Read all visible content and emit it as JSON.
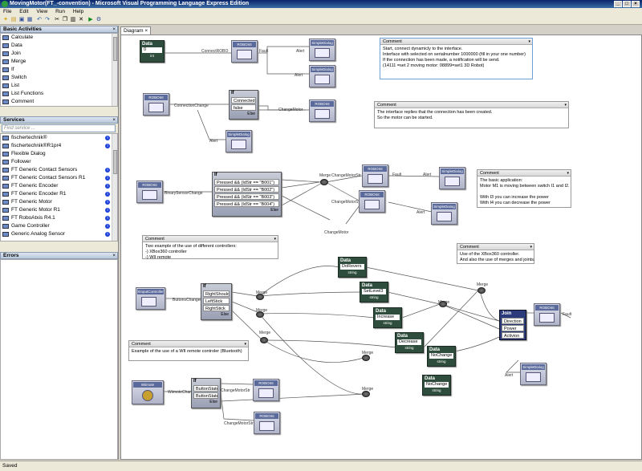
{
  "window": {
    "title": "MovingMotor(FT_-convention) - Microsoft Visual Programming Language  Express Edition"
  },
  "menu": {
    "items": [
      "File",
      "Edit",
      "View",
      "Run",
      "Help"
    ]
  },
  "left": {
    "basic_title": "Basic Activities",
    "basic_items": [
      "Calculate",
      "Data",
      "Join",
      "Merge",
      "If",
      "Switch",
      "List",
      "List Functions",
      "Comment"
    ],
    "services_title": "Services",
    "find_placeholder": "Find service ...",
    "services_items": [
      "fischertechnik®",
      "fischertechnik®R1pr4",
      "Flexible Dialog",
      "Follower",
      "FT Generic Contact Sensors",
      "FT Generic Contact Sensors R1",
      "FT Generic Encoder",
      "FT Generic Encoder R1",
      "FT Generic Motor",
      "FT Generic Motor R1",
      "FT RoboAtxis R4.1",
      "Game Controller",
      "Generic Analog Sensor"
    ],
    "errors_title": "Errors"
  },
  "tab": {
    "label": "Diagram"
  },
  "status": {
    "text": "Saved"
  },
  "diagram": {
    "data1": {
      "title": "Data",
      "value": "0",
      "type": "int"
    },
    "data_types": {
      "string": "string"
    },
    "data_nodes": [
      "DoRevers",
      "SetLevel3",
      "Increase",
      "Decrease",
      "NoChange",
      "NoChange"
    ],
    "if1": {
      "title": "If",
      "conds": [
        "Connected",
        "false"
      ],
      "else": "Else"
    },
    "if2": {
      "title": "If",
      "conds": [
        "Pressed && (IdStr == \"B001\")",
        "Pressed && (IdStr == \"B002\")",
        "Pressed && (IdStr == \"B003\")",
        "Pressed && (IdStr == \"B004\")"
      ],
      "else": "Else"
    },
    "if3": {
      "title": "If",
      "conds": [
        "RightShoulder",
        "LeftStick",
        "RightStick"
      ],
      "else": "Else"
    },
    "if4": {
      "title": "If",
      "conds": [
        "ButtonState.A",
        "ButtonState.B"
      ],
      "else": "Else"
    },
    "join": {
      "title": "Join",
      "conds": [
        "Direction",
        "Power",
        "Activion"
      ]
    },
    "services": {
      "robo": "ROBOInt",
      "dialog": "SimpleDialog",
      "xinput": "XInputController",
      "wiimote": "Wiimote"
    },
    "labels": {
      "connect": "ConnectROBO",
      "fault": "Fault",
      "alert": "Alert",
      "conn_change": "ConnectionChange",
      "change_motor": "ChangeMotor",
      "binary_change": "BinarySensorChange",
      "change_motor_str": "ChangeMotorStr",
      "merge": "Merge",
      "buttons_changed": "ButtonsChanged",
      "wiimote_changed": "WiimoteChanged"
    },
    "comments": [
      {
        "title": "Comment",
        "body": "Start, connect dynamicly to the interface.\nInterface with selected on serialnumber 1000000 (fill in your one number)\nIf the connection has been made, a notification will be send.\n(14111 =set 2 moving motor: 08899=set1 3D Robot)"
      },
      {
        "title": "Comment",
        "body": "The interface replies that the connection has been created.\nSo the motor can be started."
      },
      {
        "title": "Comment",
        "body": "The basic application:\nMotor M1 is moving between switch I1 and I2.\n\nWith I3 you can increase the power\nWith I4 you can decrease the power"
      },
      {
        "title": "Comment",
        "body": "Two example of the use of different controllers:\n-) XBox360 controller\n-) WII remote"
      },
      {
        "title": "Comment",
        "body": "Use of the XBox360 controller.\nAnd also the use of merges and joints."
      },
      {
        "title": "Comment",
        "body": "Example of the use of a WII remote controler (Bluetooth)"
      }
    ]
  }
}
